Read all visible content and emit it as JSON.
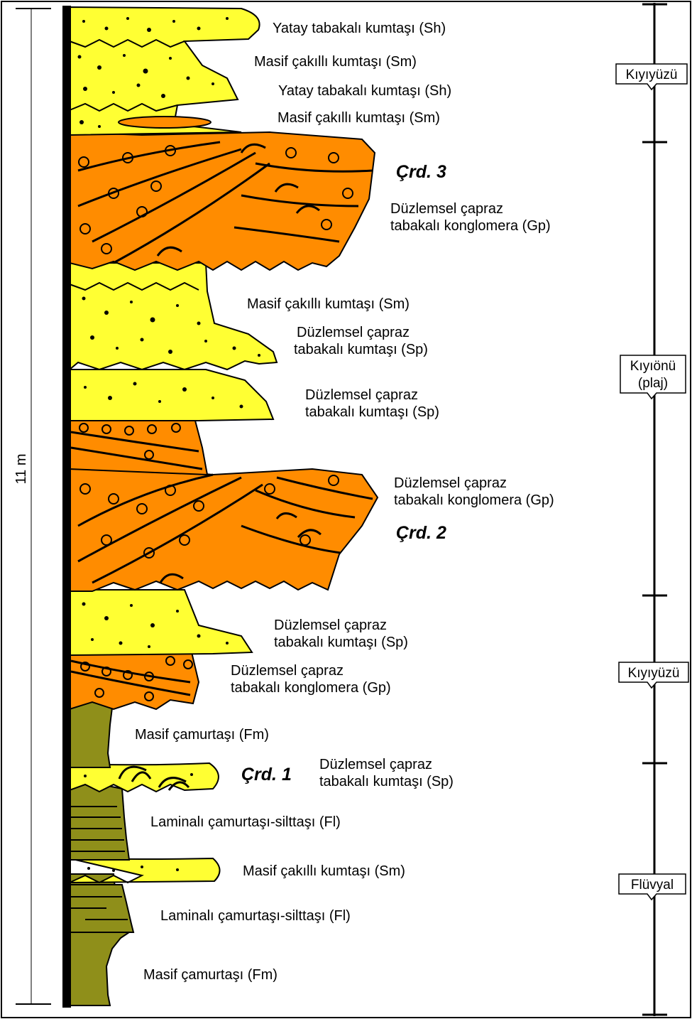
{
  "colors": {
    "sandstone": "#ffff33",
    "conglomerate": "#ff8c00",
    "mudstone": "#8f8f1a",
    "outline": "#000000"
  },
  "scale_label": "11 m",
  "environments": [
    "Kıyıyüzü",
    "Kıyıönü",
    "(plaj)",
    "Kıyıyüzü",
    "Flüvyal"
  ],
  "layer_labels": [
    "Yatay tabakalı kumtaşı (Sh)",
    "Masif çakıllı kumtaşı (Sm)",
    "Yatay tabakalı kumtaşı (Sh)",
    "Masif çakıllı kumtaşı (Sm)",
    "Düzlemsel çapraz",
    "tabakalı konglomera (Gp)",
    "Masif çakıllı kumtaşı (Sm)",
    "Düzlemsel çapraz",
    "tabakalı kumtaşı (Sp)",
    "Düzlemsel çapraz",
    "tabakalı kumtaşı (Sp)",
    "Düzlemsel çapraz",
    "tabakalı konglomera (Gp)",
    "Düzlemsel çapraz",
    "tabakalı kumtaşı (Sp)",
    "Düzlemsel çapraz",
    "tabakalı konglomera (Gp)",
    "Masif çamurtaşı (Fm)",
    "Düzlemsel çapraz",
    "tabakalı kumtaşı (Sp)",
    "Laminalı çamurtaşı-silttaşı (Fl)",
    "Masif çakıllı kumtaşı (Sm)",
    "Laminalı çamurtaşı-silttaşı (Fl)",
    "Masif çamurtaşı (Fm)"
  ],
  "crd_labels": [
    "Çrd. 3",
    "Çrd. 2",
    "Çrd. 1"
  ]
}
